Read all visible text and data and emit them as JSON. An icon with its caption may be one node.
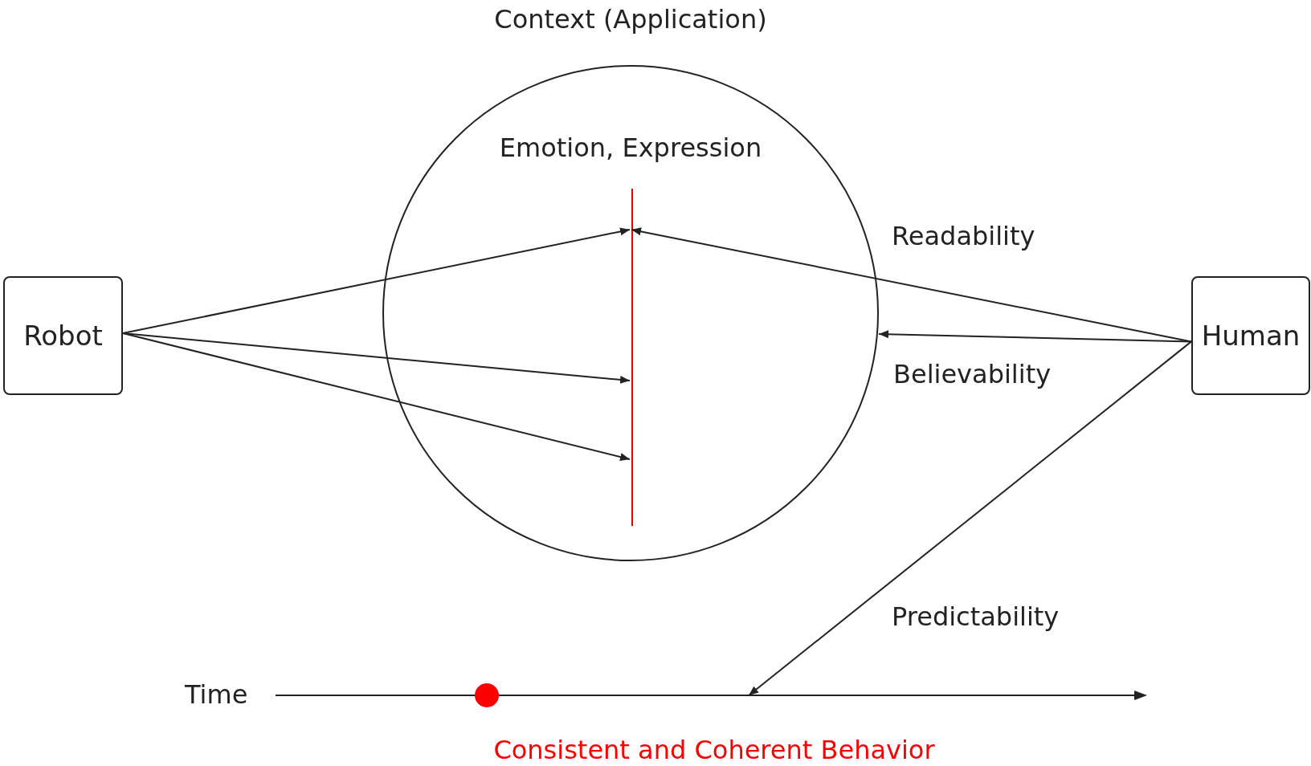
{
  "diagram": {
    "nodes": [
      {
        "text": [
          "Robot"
        ]
      },
      {
        "text": [
          "Human"
        ]
      },
      {
        "text": [
          "Context (Application)",
          "Emotion, Expression"
        ]
      },
      {
        "text": [],
        "shape": "bar",
        "in": 2
      },
      {
        "text": [],
        "shape": "bar",
        "beside": [
          "Time"
        ]
      }
    ],
    "edges": [
      {
        "from": 0,
        "to": 3,
        "arrow": "to"
      },
      {
        "from": 0,
        "to": 3,
        "arrow": "to"
      },
      {
        "from": 0,
        "to": 3,
        "arrow": "to"
      },
      {
        "from": 1,
        "to": 3,
        "arrow": "to"
      },
      {
        "from": 1,
        "to": 2,
        "arrow": "to"
      },
      {
        "from": 1,
        "to": 4,
        "arrow": "to"
      }
    ],
    "labels": [
      "Readability",
      "Believability",
      "Predictability",
      "Consistent and Coherent Behavior"
    ]
  }
}
